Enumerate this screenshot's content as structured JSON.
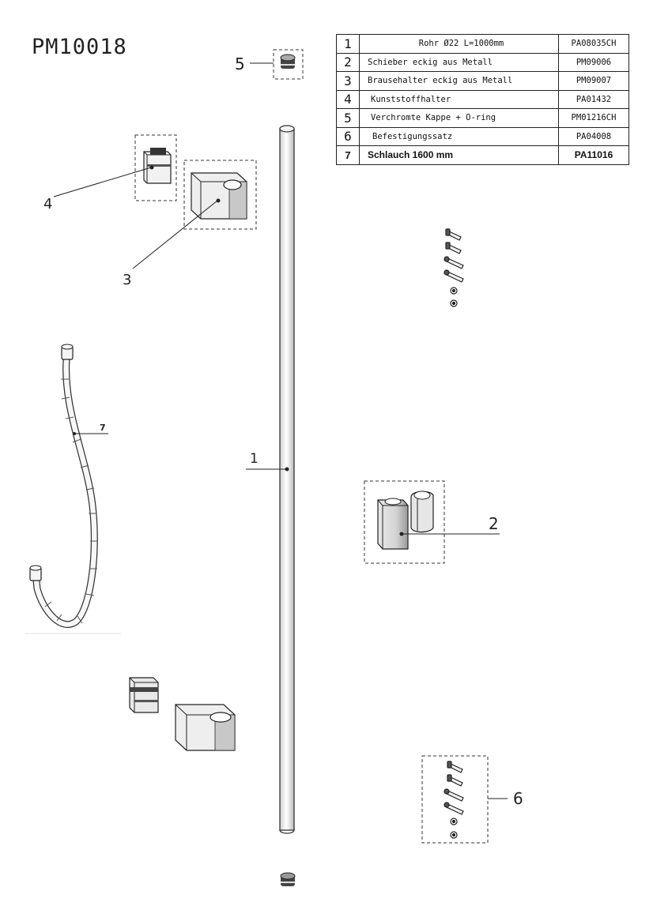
{
  "drawing": {
    "title": "PM10018"
  },
  "parts_table": {
    "rows": [
      {
        "num": "1",
        "description": "Rohr  Ø22 L=1000mm",
        "code": "PA08035CH"
      },
      {
        "num": "2",
        "description": "Schieber eckig aus Metall",
        "code": "PM09006"
      },
      {
        "num": "3",
        "description": "Brausehalter eckig aus Metall",
        "code": "PM09007"
      },
      {
        "num": "4",
        "description": "Kunststoffhalter",
        "code": "PA01432"
      },
      {
        "num": "5",
        "description": "Verchromte Kappe + O-ring",
        "code": "PM01216CH"
      },
      {
        "num": "6",
        "description": "Befestigungssatz",
        "code": "PA04008"
      },
      {
        "num": "7",
        "description": "Schlauch 1600 mm",
        "code": "PA11016"
      }
    ]
  },
  "callouts": {
    "c1": "1",
    "c2": "2",
    "c3": "3",
    "c4": "4",
    "c5": "5",
    "c6": "6",
    "c7": "7"
  }
}
